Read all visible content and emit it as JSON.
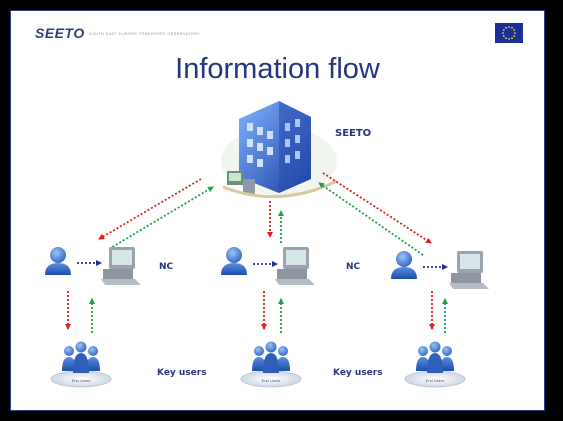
{
  "logo": {
    "mark": "SEETO",
    "subtitle": "SOUTH EAST EUROPE TRANSPORT OBSERVATORY"
  },
  "title": "Information flow",
  "seeto_label": "SEETO",
  "nc_labels": [
    "NC",
    "NC"
  ],
  "key_users_labels": [
    "Key users",
    "Key users"
  ],
  "user_group_caption": "End Users",
  "colors": {
    "title": "#23367e",
    "arrow_down": "#e0201b",
    "arrow_up": "#1aa34a",
    "arrow_user_to_pc": "#1f2f9a",
    "frame": "#2b3f86",
    "flag_blue": "#1b2f9a",
    "flag_stars": "#ffdd00"
  }
}
